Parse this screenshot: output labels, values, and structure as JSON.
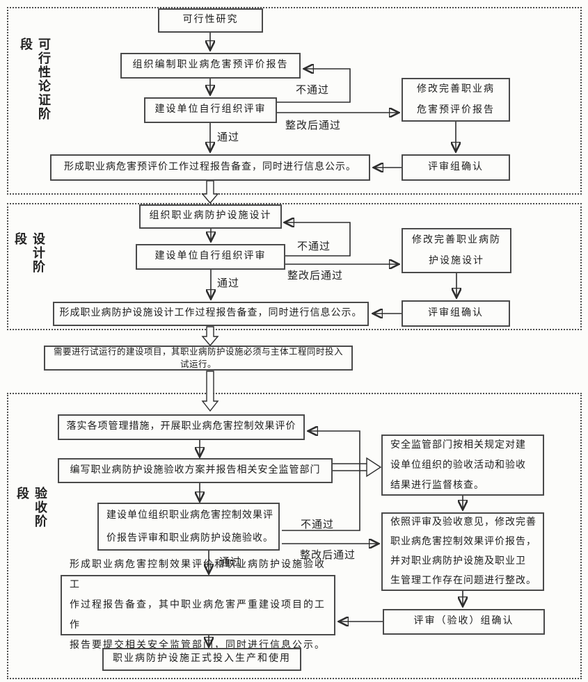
{
  "phases": {
    "feasibility": {
      "label": "可行性论证阶段"
    },
    "design": {
      "label": "设计阶段"
    },
    "acceptance": {
      "label": "验收阶段"
    }
  },
  "boxes": {
    "s1_research": "可行性研究",
    "s1_prepare": "组织编制职业病危害预评价报告",
    "s1_review": "建设单位自行组织评审",
    "s1_record": "形成职业病危害预评价工作过程报告备查，同时进行信息公示。",
    "s1_revise": "修改完善职业病\n危害预评价报告",
    "s1_confirm": "评审组确认",
    "s2_design": "组织职业病防护设施设计",
    "s2_review": "建设单位自行组织评审",
    "s2_record": "形成职业病防护设施设计工作过程报告备查，同时进行信息公示。",
    "s2_revise": "修改完善职业病防\n护设施设计",
    "s2_confirm": "评审组确认",
    "trial": "需要进行试运行的建设项目，其职业病防护设施必须与主体工程同时投入试运行。",
    "s3_implement": "落实各项管理措施，开展职业病危害控制效果评价",
    "s3_plan": "编写职业病防护设施验收方案并报告相关安全监管部门",
    "s3_organize": "建设单位组织职业病危害控制效果评\n价报告评审和职业病防护设施验收。",
    "s3_supervise": "安全监管部门按相关规定对建\n设单位组织的验收活动和验收\n结果进行监督核查。",
    "s3_revise": "依照评审及验收意见，修改完善\n职业病危害控制效果评价报告，\n并对职业病防护设施及职业卫\n生管理工作存在问题进行整改。",
    "s3_record": "形成职业病危害控制效果评价和职业病防护设施验收工\n作过程报告备查，其中职业病危害严重建设项目的工作\n报告要提交相关安全监管部门，同时进行信息公示。",
    "s3_confirm": "评审（验收）组确认",
    "s3_final": "职业病防护设施正式投入生产和使用"
  },
  "edge_labels": {
    "s1_pass": "通过",
    "s1_fail": "不通过",
    "s1_rectified": "整改后通过",
    "s2_pass": "通过",
    "s2_fail": "不通过",
    "s2_rectified": "整改后通过",
    "s3_pass": "通过",
    "s3_fail": "不通过",
    "s3_rectified": "整改后通过"
  },
  "colors": {
    "background": "#fcfcfa",
    "line": "#2d2d2d",
    "box_border": "#4a4a4a",
    "dashed_border": "#4d4d4d",
    "text": "#1c1c1c"
  }
}
